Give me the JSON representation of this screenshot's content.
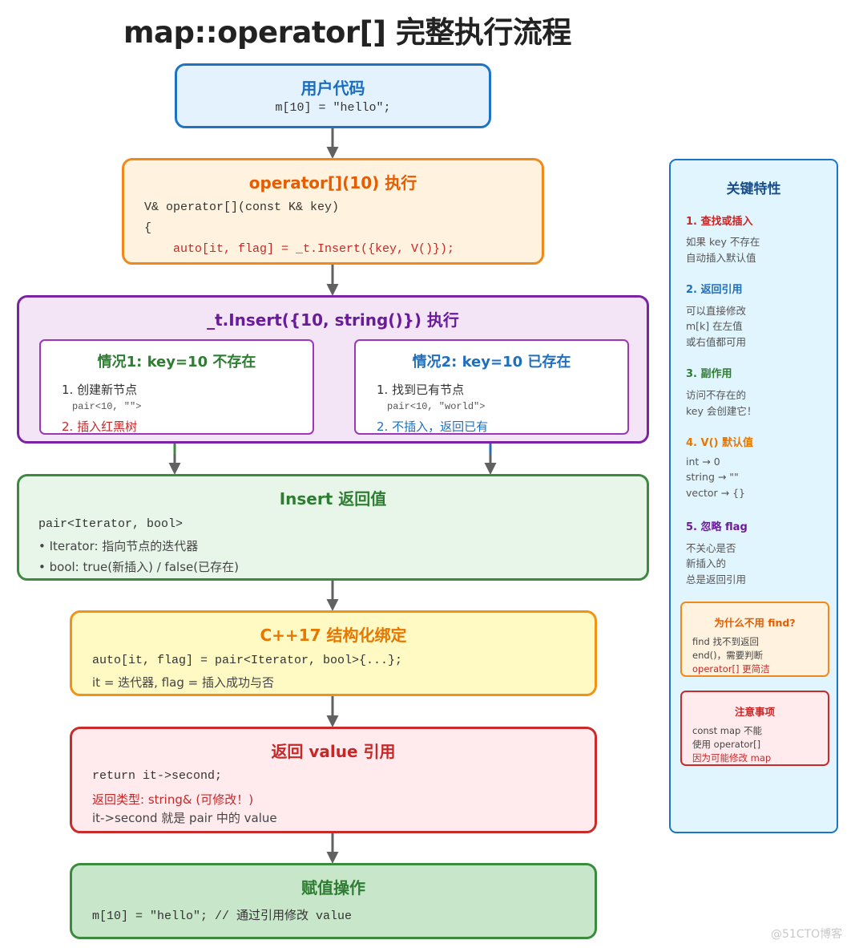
{
  "title": "map::operator[] 完整执行流程",
  "user_code": {
    "title": "用户代码",
    "code": "m[10] = \"hello\";"
  },
  "operator_box": {
    "title": "operator[](10) 执行",
    "lines": [
      "V& operator[](const K& key)",
      "{",
      "    auto[it, flag] = _t.Insert({key, V()});"
    ]
  },
  "insert_box": {
    "title": "_t.Insert({10, string()}) 执行",
    "case1": {
      "title": "情况1: key=10 不存在",
      "step1": "1. 创建新节点",
      "pair": "pair<10, \"\">",
      "step2": "2. 插入红黑树"
    },
    "case2": {
      "title": "情况2: key=10 已存在",
      "step1": "1. 找到已有节点",
      "pair": "pair<10, \"world\">",
      "step2": "2. 不插入，返回已有"
    }
  },
  "return_box": {
    "title": "Insert 返回值",
    "code": "pair<Iterator, bool>",
    "bullet1": "• Iterator: 指向节点的迭代器",
    "bullet2": "• bool: true(新插入) / false(已存在)"
  },
  "binding_box": {
    "title": "C++17 结构化绑定",
    "code": "auto[it, flag] = pair<Iterator, bool>{...};",
    "desc": "it = 迭代器, flag = 插入成功与否"
  },
  "ref_box": {
    "title": "返回 value 引用",
    "code": "return it->second;",
    "line1": "返回类型: string& (可修改！)",
    "line2": "it->second 就是 pair 中的 value"
  },
  "assign_box": {
    "title": "赋值操作",
    "code": "m[10] = \"hello\"; // 通过引用修改 value"
  },
  "sidebar": {
    "title": "关键特性",
    "features": [
      {
        "heading": "1. 查找或插入",
        "color": "#c62828",
        "lines": [
          "如果 key 不存在",
          "自动插入默认值"
        ]
      },
      {
        "heading": "2. 返回引用",
        "color": "#1f6fbf",
        "lines": [
          "可以直接修改",
          "m[k] 在左值",
          "或右值都可用"
        ]
      },
      {
        "heading": "3. 副作用",
        "color": "#2e7d32",
        "lines": [
          "访问不存在的",
          "key 会创建它！"
        ]
      },
      {
        "heading": "4. V() 默认值",
        "color": "#e67700",
        "lines": [
          "int → 0",
          "string → \"\"",
          "vector → {}"
        ]
      },
      {
        "heading": "5. 忽略 flag",
        "color": "#6a1b9a",
        "lines": [
          "不关心是否",
          "新插入的",
          "总是返回引用"
        ]
      }
    ],
    "note1": {
      "title": "为什么不用 find?",
      "lines": [
        "find 找不到返回",
        "end()，需要判断",
        "operator[] 更简洁"
      ]
    },
    "note2": {
      "title": "注意事项",
      "lines": [
        "const map 不能",
        "使用 operator[]",
        "因为可能修改 map"
      ]
    }
  },
  "watermark": "@51CTO博客"
}
